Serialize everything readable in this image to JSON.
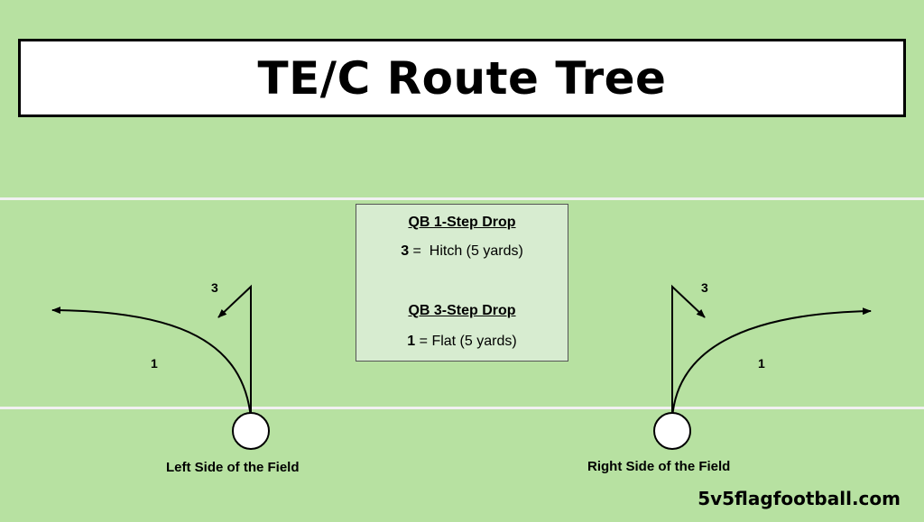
{
  "title": "TE/C Route Tree",
  "legend": {
    "one_step_heading": "QB 1-Step Drop",
    "one_step_route": {
      "number": "3",
      "separator": " =  ",
      "description": "Hitch (5 yards)"
    },
    "three_step_heading": "QB 3-Step Drop",
    "three_step_route": {
      "number": "1",
      "separator": " = ",
      "description": "Flat (5 yards)"
    }
  },
  "left_side": {
    "label": "Left Side of the Field",
    "route_numbers": {
      "flat": "1",
      "hitch": "3"
    }
  },
  "right_side": {
    "label": "Right Side of the Field",
    "route_numbers": {
      "flat": "1",
      "hitch": "3"
    }
  },
  "watermark": "5v5flagfootball.com"
}
